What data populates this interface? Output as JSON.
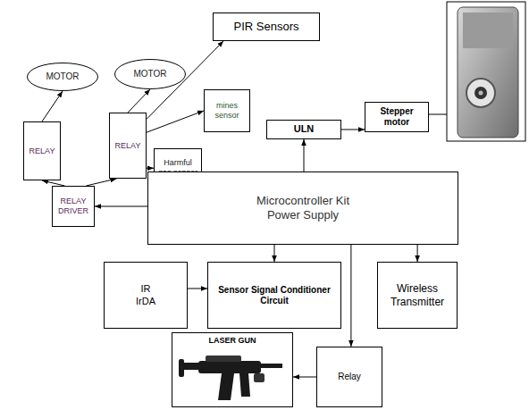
{
  "diagram": {
    "nodes": [
      {
        "text": [
          "MOTOR"
        ]
      },
      {
        "text": [
          "MOTOR"
        ]
      },
      {
        "text": [
          "PIR Sensors"
        ]
      },
      {
        "text": [
          "RELAY"
        ]
      },
      {
        "text": [
          "RELAY"
        ]
      },
      {
        "text": [
          "mines sensor"
        ]
      },
      {
        "text": [
          "Harmful gas sensor"
        ]
      },
      {
        "text": [
          "ULN"
        ]
      },
      {
        "text": [
          "Stepper motor"
        ]
      },
      {
        "text": [
          "RELAY DRIVER"
        ]
      },
      {
        "text": [
          "Microcontroller Kit",
          "Power Supply"
        ]
      },
      {
        "text": [
          "IR",
          "IrDA"
        ]
      },
      {
        "text": [
          "Sensor Signal Conditioner Circuit"
        ]
      },
      {
        "text": [
          "Wireless Transmitter"
        ]
      },
      {
        "text": [
          "LASER GUN"
        ]
      },
      {
        "text": [
          "Relay"
        ]
      }
    ],
    "edges": [
      {
        "from": 3,
        "to": 0,
        "arrow": "to"
      },
      {
        "from": 4,
        "to": 1,
        "arrow": "to"
      },
      {
        "from": 9,
        "to": 3,
        "arrow": "to"
      },
      {
        "from": 9,
        "to": 4,
        "arrow": "to"
      },
      {
        "from": 4,
        "to": 2,
        "arrow": "to"
      },
      {
        "from": 4,
        "to": 5,
        "arrow": "to"
      },
      {
        "from": 4,
        "to": 6,
        "arrow": "to"
      },
      {
        "from": 10,
        "to": 9,
        "arrow": "to"
      },
      {
        "from": 10,
        "to": 7,
        "arrow": "to"
      },
      {
        "from": 7,
        "to": 8,
        "arrow": "to"
      },
      {
        "from": 10,
        "to": 12,
        "arrow": "to"
      },
      {
        "from": 11,
        "to": 12,
        "arrow": "to"
      },
      {
        "from": 10,
        "to": 13,
        "arrow": "to"
      },
      {
        "from": 10,
        "to": 15,
        "arrow": "to"
      },
      {
        "from": 15,
        "to": 14,
        "arrow": "to"
      }
    ]
  }
}
